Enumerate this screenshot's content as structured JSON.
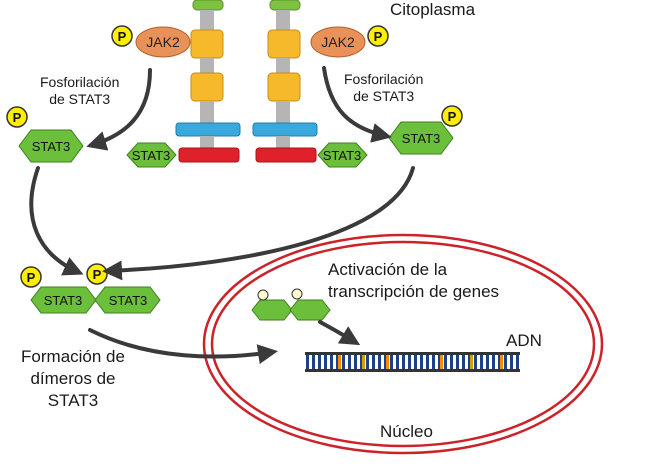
{
  "labels": {
    "cytoplasm": "Citoplasma",
    "jak2": "JAK2",
    "phospho": "P",
    "stat3": "STAT3",
    "phosphorylation_left": [
      "Fosforilación",
      "de STAT3"
    ],
    "phosphorylation_right": [
      "Fosforilación",
      "de STAT3"
    ],
    "transcription": [
      "Activación de la",
      "transcripción de genes"
    ],
    "dna": "ADN",
    "nucleus": "Núcleo",
    "dimer_formation": [
      "Formación de",
      "dímeros de",
      "STAT3"
    ]
  },
  "colors": {
    "stat3_fill": "#6cbf3a",
    "jak2_fill": "#e8925a",
    "phospho_fill": "#ffee00",
    "receptor_yellow": "#f6b92b",
    "receptor_gray": "#b5b5b5",
    "receptor_green": "#7fc241",
    "receptor_blue": "#39a9dc",
    "receptor_red": "#e0202a",
    "nucleus_ring": "#cc2229",
    "arrow": "#3a3a3a"
  }
}
